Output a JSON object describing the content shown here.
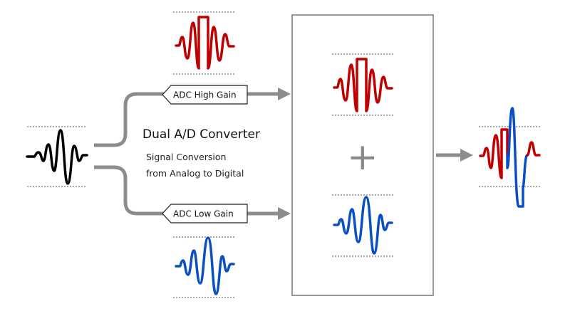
{
  "diagram": {
    "title": "Dual A/D Converter",
    "subtitle_line1": "Signal Conversion",
    "subtitle_line2": "from Analog to Digital",
    "high_gain_label": "ADC High Gain",
    "low_gain_label": "ADC Low Gain",
    "plus_symbol": "+"
  },
  "colors": {
    "input_wave": "#000000",
    "high_gain_wave": "#c00000",
    "low_gain_wave": "#0a4fc4",
    "arrows": "#8c8c8c",
    "box_border": "#777777",
    "dashed_lines": "#555555"
  }
}
